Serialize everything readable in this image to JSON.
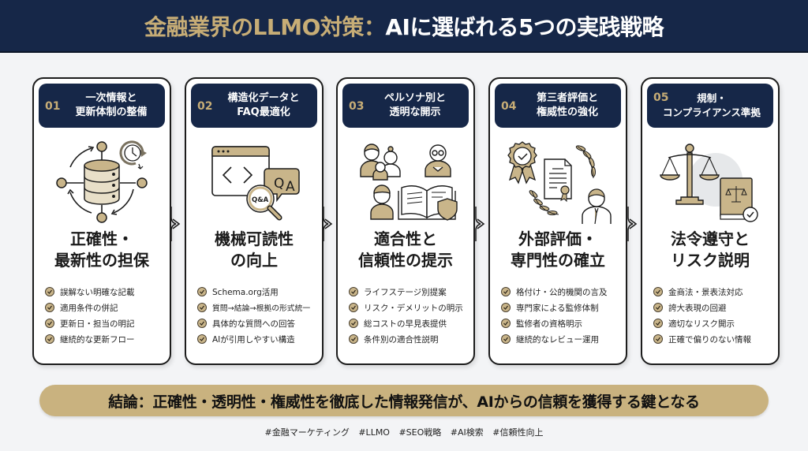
{
  "header": {
    "title_part1": "金融業界のLLMO対策：",
    "title_part2": "AIに選ばれる5つの実践戦略"
  },
  "colors": {
    "navy": "#162748",
    "gold": "#c7ad76",
    "gold_banner": "#c9b27f",
    "background": "#f3f4f6"
  },
  "cards": [
    {
      "number": "01",
      "title": "一次情報と\n更新体制の整備",
      "icon": "database-cycle-icon",
      "main": "正確性・\n最新性の担保",
      "items": [
        "誤解ない明確な記載",
        "適用条件の併記",
        "更新日・担当の明記",
        "継続的な更新フロー"
      ]
    },
    {
      "number": "02",
      "title": "構造化データと\nFAQ最適化",
      "icon": "code-window-qa-icon",
      "main": "機械可読性\nの向上",
      "items": [
        "Schema.org活用",
        "質問→結論→根拠の形式統一",
        "具体的な質問への回答",
        "AIが引用しやすい構造"
      ]
    },
    {
      "number": "03",
      "title": "ペルソナ別と\n透明な開示",
      "icon": "personas-book-shield-icon",
      "main": "適合性と\n信頼性の提示",
      "items": [
        "ライフステージ別提案",
        "リスク・デメリットの明示",
        "総コストの早見表提供",
        "条件別の適合性説明"
      ]
    },
    {
      "number": "04",
      "title": "第三者評価と\n権威性の強化",
      "icon": "award-certificate-expert-icon",
      "main": "外部評価・\n専門性の確立",
      "items": [
        "格付け・公的機関の言及",
        "専門家による監修体制",
        "監修者の資格明示",
        "継続的なレビュー運用"
      ]
    },
    {
      "number": "05",
      "title": "規制・\nコンプライアンス準拠",
      "icon": "scales-law-book-icon",
      "main": "法令遵守と\nリスク説明",
      "items": [
        "金商法・景表法対応",
        "誇大表現の回避",
        "適切なリスク開示",
        "正確で偏りのない情報"
      ]
    }
  ],
  "conclusion": "結論：正確性・透明性・権威性を徹底した情報発信が、AIからの信頼を獲得する鍵となる",
  "tags": [
    "#金融マーケティング",
    "#LLMO",
    "#SEO戦略",
    "#AI検索",
    "#信頼性向上"
  ]
}
